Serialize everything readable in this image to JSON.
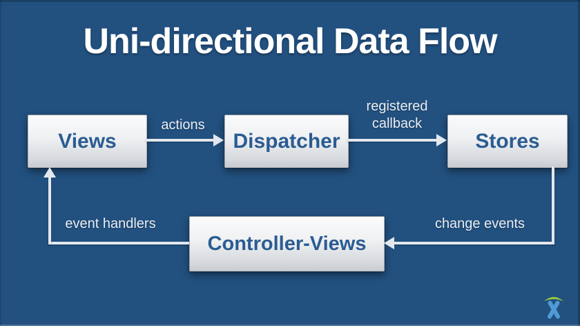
{
  "title": "Uni-directional Data Flow",
  "nodes": {
    "views": {
      "label": "Views"
    },
    "dispatcher": {
      "label": "Dispatcher"
    },
    "stores": {
      "label": "Stores"
    },
    "controller_views": {
      "label": "Controller-Views"
    }
  },
  "edge_labels": {
    "actions": "actions",
    "registered_callback": "registered callback",
    "event_handlers": "event handlers",
    "change_events": "change events"
  },
  "icons": {
    "logo": "atlassian-charlie-logo"
  },
  "colors": {
    "background": "#225180",
    "title_text": "#ffffff",
    "node_text": "#2b5c92",
    "connector": "#e3e8ee",
    "label_text": "#e9eef4",
    "logo_figure": "#4f9bd5",
    "logo_arc": "#9aca3c"
  }
}
